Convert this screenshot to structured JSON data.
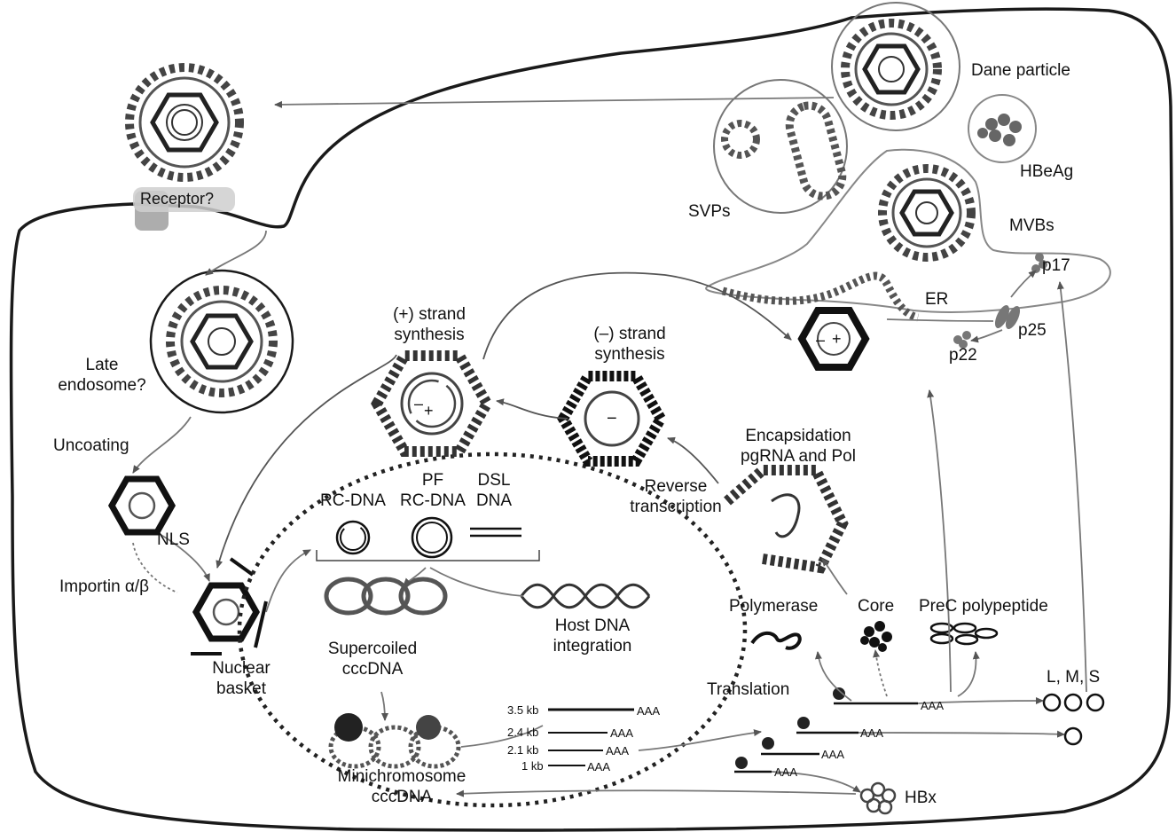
{
  "labels": {
    "dane_particle": "Dane particle",
    "hbeag": "HBeAg",
    "svps": "SVPs",
    "mvbs": "MVBs",
    "receptor": "Receptor?",
    "p17": "p17",
    "er": "ER",
    "p25": "p25",
    "p22": "p22",
    "plus_strand_1": "(+) strand",
    "plus_strand_2": "synthesis",
    "minus_strand_1": "(–) strand",
    "minus_strand_2": "synthesis",
    "late_endosome_1": "Late",
    "late_endosome_2": "endosome?",
    "uncoating": "Uncoating",
    "nls": "NLS",
    "importin": "Importin α/β",
    "encapsidation_1": "Encapsidation",
    "encapsidation_2": "pgRNA and Pol",
    "reverse_transcription_1": "Reverse",
    "reverse_transcription_2": "transcription",
    "pf": "PF",
    "dsl": "DSL",
    "rc_dna": "RC-DNA",
    "pf_rc_dna": "RC-DNA",
    "dsl_dna": "DNA",
    "supercoiled_1": "Supercoiled",
    "supercoiled_2": "cccDNA",
    "host_integration_1": "Host DNA",
    "host_integration_2": "integration",
    "polymerase": "Polymerase",
    "core": "Core",
    "prec_polypeptide": "PreC polypeptide",
    "nuclear_basket_1": "Nuclear",
    "nuclear_basket_2": "basket",
    "translation": "Translation",
    "lms": "L, M, S",
    "minichromosome_1": "Minichromosome",
    "minichromosome_2": "cccDNA",
    "hbx": "HBx",
    "capsid_plus": "+",
    "capsid_minus": "–",
    "er_plus": "+",
    "er_minus": "–"
  },
  "transcripts": [
    {
      "size": "3.5 kb",
      "tail": "AAA"
    },
    {
      "size": "2.4 kb",
      "tail": "AAA"
    },
    {
      "size": "2.1 kb",
      "tail": "AAA"
    },
    {
      "size": "1 kb",
      "tail": "AAA"
    }
  ],
  "translation_tails": [
    "AAA",
    "AAA",
    "AAA",
    "AAA"
  ],
  "colors": {
    "line": "#1a1a1a",
    "arrow_gray": "#777777",
    "particle_dark": "#3a3a3a",
    "particle_mid": "#6d6d6d",
    "nucleus_dots": "#222222"
  }
}
